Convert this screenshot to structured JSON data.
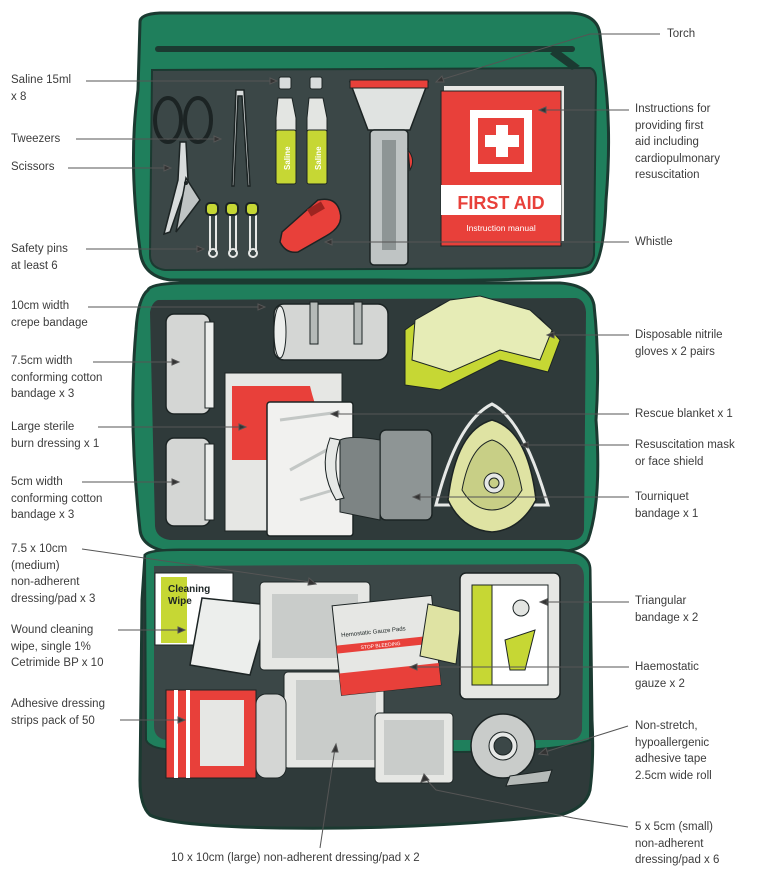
{
  "diagram": {
    "subject": "First aid kit contents",
    "colors": {
      "case_green": "#1f7f5c",
      "case_outline": "#1b3a31",
      "interior": "#3b4747",
      "accent_red": "#e8403a",
      "accent_lime": "#c6d734",
      "label_text": "#3c3c3c",
      "callout_line": "#555555"
    },
    "printed_items": {
      "saline_vial": "Saline",
      "manual_title": "FIRST AID",
      "manual_subtitle": "Instruction manual",
      "wipe_pack": "Cleaning\nWipe",
      "gauze_pack_title": "Hemostatic Gauze Pads",
      "gauze_pack_band": "STOP BLEEDING"
    },
    "labels_left": [
      {
        "id": "saline",
        "text": "Saline 15ml\nx 8"
      },
      {
        "id": "tweezers",
        "text": "Tweezers"
      },
      {
        "id": "scissors",
        "text": "Scissors"
      },
      {
        "id": "safety-pins",
        "text": "Safety pins\nat least 6"
      },
      {
        "id": "crepe-bandage",
        "text": "10cm width\ncrepe bandage"
      },
      {
        "id": "conforming-7-5",
        "text": "7.5cm width\nconforming cotton\nbandage x 3"
      },
      {
        "id": "burn-dressing",
        "text": "Large sterile\nburn dressing x 1"
      },
      {
        "id": "conforming-5",
        "text": "5cm width\nconforming cotton\nbandage x 3"
      },
      {
        "id": "medium-dressing",
        "text": "7.5 x 10cm\n(medium)\nnon-adherent\ndressing/pad x 3"
      },
      {
        "id": "cleaning-wipe",
        "text": "Wound cleaning\nwipe, single 1%\nCetrimide BP x 10"
      },
      {
        "id": "adhesive-strips",
        "text": "Adhesive dressing\nstrips pack of 50"
      }
    ],
    "labels_right": [
      {
        "id": "torch",
        "text": "Torch"
      },
      {
        "id": "instructions",
        "text": "Instructions for\nproviding first\naid including\ncardiopulmonary\nresuscitation"
      },
      {
        "id": "whistle",
        "text": "Whistle"
      },
      {
        "id": "gloves",
        "text": "Disposable nitrile\ngloves x 2 pairs"
      },
      {
        "id": "rescue-blanket",
        "text": "Rescue blanket x 1"
      },
      {
        "id": "resus-mask",
        "text": "Resuscitation mask\nor face shield"
      },
      {
        "id": "tourniquet",
        "text": "Tourniquet\nbandage x 1"
      },
      {
        "id": "triangular",
        "text": "Triangular\nbandage x 2"
      },
      {
        "id": "haemostatic",
        "text": "Haemostatic\ngauze x 2"
      },
      {
        "id": "tape",
        "text": "Non-stretch,\nhypoallergenic\nadhesive tape\n2.5cm wide roll"
      },
      {
        "id": "small-dressing",
        "text": "5 x 5cm (small)\nnon-adherent\ndressing/pad x 6"
      }
    ],
    "label_bottom": {
      "id": "large-dressing",
      "text": "10 x 10cm (large) non-adherent dressing/pad x 2"
    }
  }
}
